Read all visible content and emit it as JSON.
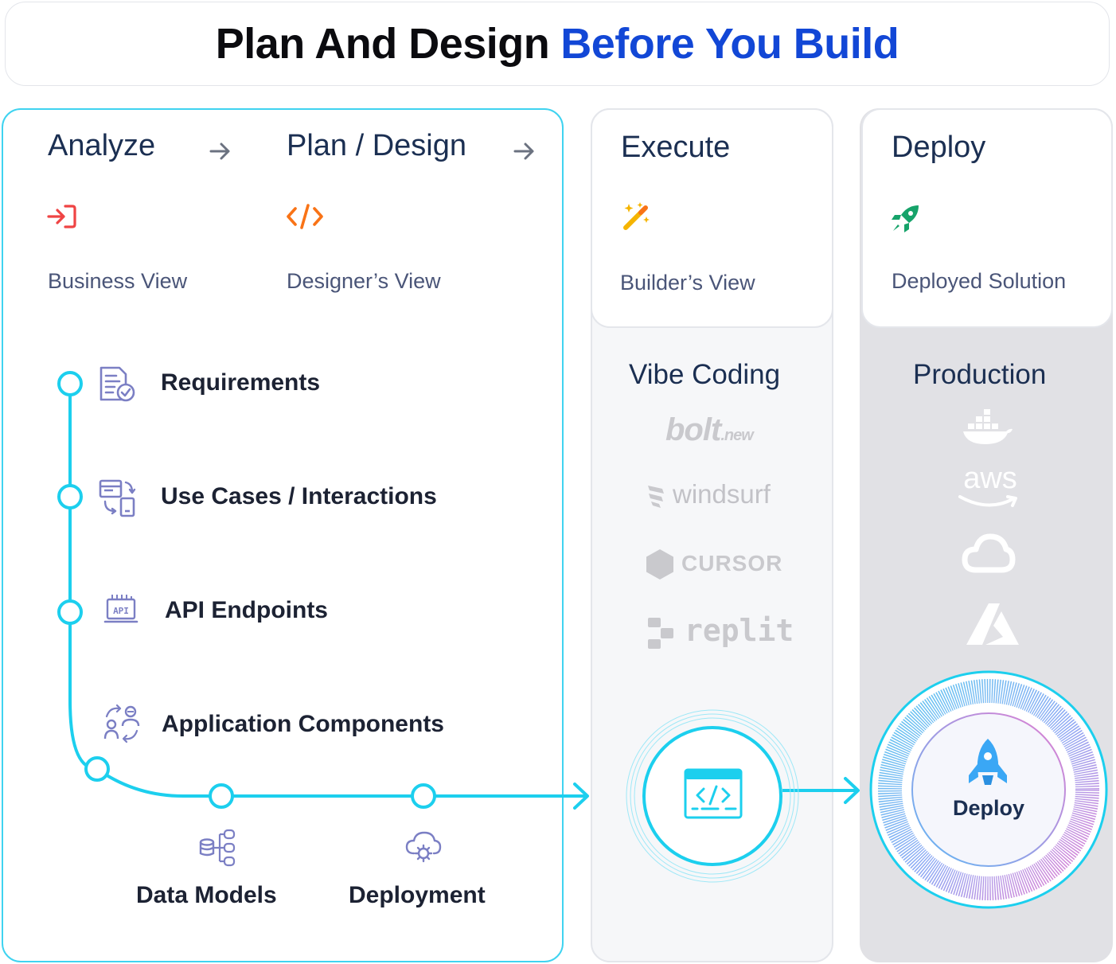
{
  "header": {
    "title_main": "Plan And Design",
    "title_accent": "Before You Build"
  },
  "plan": {
    "analyze_title": "Analyze",
    "plan_title": "Plan / Design",
    "business_view": "Business View",
    "designer_view": "Designer’s View",
    "steps": [
      {
        "label": "Requirements",
        "icon": "requirements-doc-icon"
      },
      {
        "label": "Use Cases / Interactions",
        "icon": "use-cases-icon"
      },
      {
        "label": "API Endpoints",
        "icon": "api-icon"
      },
      {
        "label": "Application Components",
        "icon": "components-icon"
      },
      {
        "label": "Data Models",
        "icon": "database-icon"
      },
      {
        "label": "Deployment",
        "icon": "cloud-gear-icon"
      }
    ]
  },
  "execute": {
    "title": "Execute",
    "view": "Builder’s View",
    "section": "Vibe Coding",
    "tools": {
      "bolt_main": "bolt",
      "bolt_suffix": ".new",
      "windsurf": "windsurf",
      "cursor": "CURSOR",
      "replit": "replit"
    }
  },
  "deploy": {
    "title": "Deploy",
    "view": "Deployed Solution",
    "section": "Production",
    "aws": "aws",
    "button_label": "Deploy"
  },
  "colors": {
    "accent_blue": "#1247d6",
    "flow_cyan": "#1ccfee",
    "icon_purple": "#7b7fc4",
    "analyze_red": "#ef4444",
    "design_orange": "#f97316",
    "magic_yellow": "#f5b400",
    "rocket_green": "#16a36a",
    "deploy_rocket_blue": "#3aa7f5"
  }
}
